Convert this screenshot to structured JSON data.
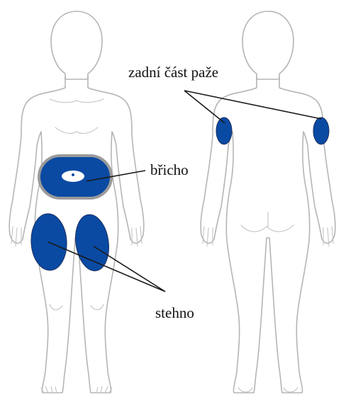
{
  "labels": {
    "back_of_upper_arm": "zadní část paže",
    "abdomen": "břicho",
    "thigh": "stehno"
  },
  "colors": {
    "injection_site": "#0a4aa3",
    "abdomen_border": "#9a9a9a",
    "body_outline": "#b5b5b5",
    "leader_line": "#1a1a1a"
  }
}
